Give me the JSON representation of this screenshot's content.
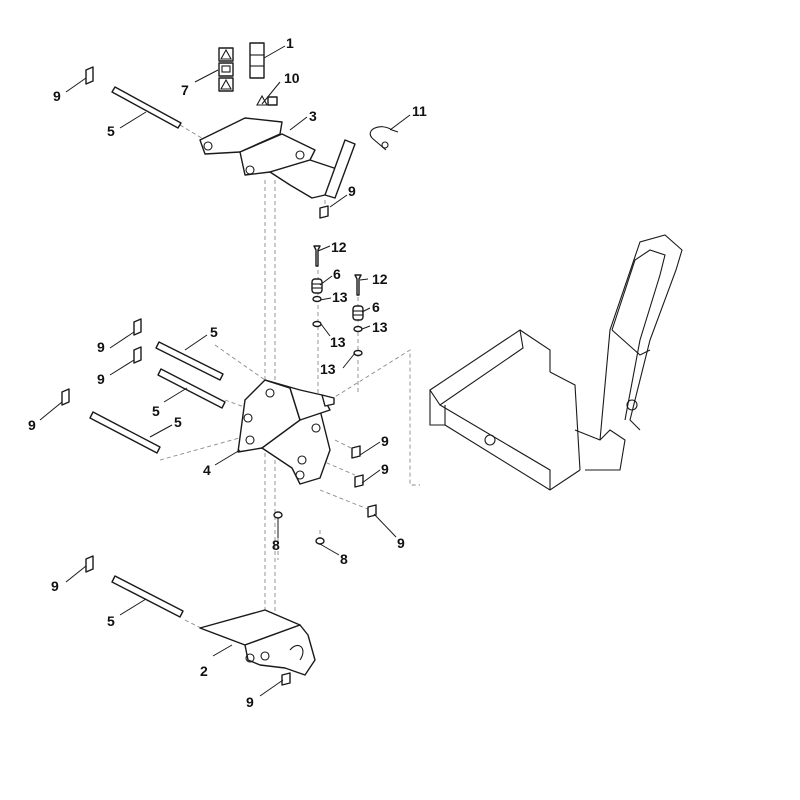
{
  "callouts": [
    {
      "id": "c1",
      "text": "1"
    },
    {
      "id": "c2",
      "text": "2"
    },
    {
      "id": "c3",
      "text": "3"
    },
    {
      "id": "c4",
      "text": "4"
    },
    {
      "id": "c5a",
      "text": "5"
    },
    {
      "id": "c5b",
      "text": "5"
    },
    {
      "id": "c5c",
      "text": "5"
    },
    {
      "id": "c5d",
      "text": "5"
    },
    {
      "id": "c5e",
      "text": "5"
    },
    {
      "id": "c6a",
      "text": "6"
    },
    {
      "id": "c6b",
      "text": "6"
    },
    {
      "id": "c7",
      "text": "7"
    },
    {
      "id": "c8a",
      "text": "8"
    },
    {
      "id": "c8b",
      "text": "8"
    },
    {
      "id": "c9a",
      "text": "9"
    },
    {
      "id": "c9b",
      "text": "9"
    },
    {
      "id": "c9c",
      "text": "9"
    },
    {
      "id": "c9d",
      "text": "9"
    },
    {
      "id": "c9e",
      "text": "9"
    },
    {
      "id": "c9f",
      "text": "9"
    },
    {
      "id": "c9g",
      "text": "9"
    },
    {
      "id": "c9h",
      "text": "9"
    },
    {
      "id": "c9i",
      "text": "9"
    },
    {
      "id": "c9j",
      "text": "9"
    },
    {
      "id": "c10",
      "text": "10"
    },
    {
      "id": "c11",
      "text": "11"
    },
    {
      "id": "c12a",
      "text": "12"
    },
    {
      "id": "c12b",
      "text": "12"
    },
    {
      "id": "c13a",
      "text": "13"
    },
    {
      "id": "c13b",
      "text": "13"
    },
    {
      "id": "c13c",
      "text": "13"
    },
    {
      "id": "c13d",
      "text": "13"
    }
  ],
  "colors": {
    "line": "#1a1a1a",
    "guide": "#8a8a8a",
    "background": "#ffffff"
  }
}
